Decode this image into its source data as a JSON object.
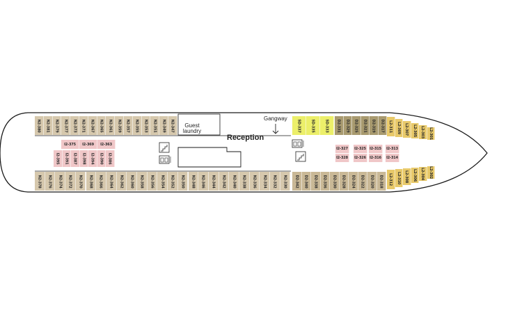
{
  "labels": {
    "reception": "Reception",
    "gangway": "Gangway",
    "guest_laundry": "Guest laundry"
  },
  "colors": {
    "n2": "#d6c8ad",
    "n2_dark": "#c9b896",
    "sd": "#ecef6a",
    "sd_dark": "#a89a6f",
    "l2": "#e8c96a",
    "i2": "#f0c7c8",
    "hull": "#1a1a1a"
  },
  "icons": [
    "stairs-icon",
    "elevator-icon",
    "arrow-down-icon"
  ],
  "cabins": {
    "aft_top_row": [
      "N2-380",
      "N2-381",
      "N2-379",
      "N2-377",
      "N2-373",
      "N2-371",
      "N2-367",
      "N2-365",
      "N2-361",
      "N2-359",
      "N2-357",
      "N2-355",
      "N2-353",
      "N2-351",
      "N2-349",
      "N2-347"
    ],
    "aft_bottom_row": [
      "N2-378",
      "N2-376",
      "N2-374",
      "N2-372",
      "N2-370",
      "N2-368",
      "N2-366",
      "N2-364",
      "N2-362",
      "N2-360",
      "N2-358",
      "N2-356",
      "N2-354",
      "N2-352",
      "N2-350",
      "N2-348",
      "N2-346",
      "N2-344",
      "N2-342",
      "N2-340",
      "N2-338",
      "N2-336",
      "N2-334",
      "N2-332",
      "N2-330"
    ],
    "inside_aft_top": [
      "I2-375",
      "I2-369",
      "I2-363"
    ],
    "inside_aft_bottom": [
      "I2-395",
      "I2-391",
      "I2-387",
      "I2-398",
      "I2-394",
      "I2-390",
      "I2-386"
    ],
    "suite_top": [
      "SD-337",
      "SD-335",
      "SD-333"
    ],
    "fwd_top_row": [
      "D2-331",
      "D2-329",
      "D2-325",
      "D2-321",
      "D2-319",
      "D2-317"
    ],
    "fwd_bottom_row": [
      "D2-342",
      "D2-340",
      "D2-338",
      "D2-336",
      "D2-330",
      "D2-328",
      "D2-324",
      "D2-322",
      "D2-320",
      "D2-318"
    ],
    "inside_fwd_top": [
      "I2-327",
      "I2-325",
      "I2-315",
      "I2-313"
    ],
    "inside_fwd_bottom": [
      "I2-328",
      "I2-326",
      "I2-316",
      "I2-314"
    ],
    "bow_top": [
      "L2-311",
      "L2-309",
      "L2-307",
      "L2-305",
      "L2-303",
      "L2-301"
    ],
    "bow_bottom": [
      "L2-312",
      "L2-310",
      "L2-308",
      "L2-306",
      "L2-304",
      "L2-302"
    ]
  }
}
